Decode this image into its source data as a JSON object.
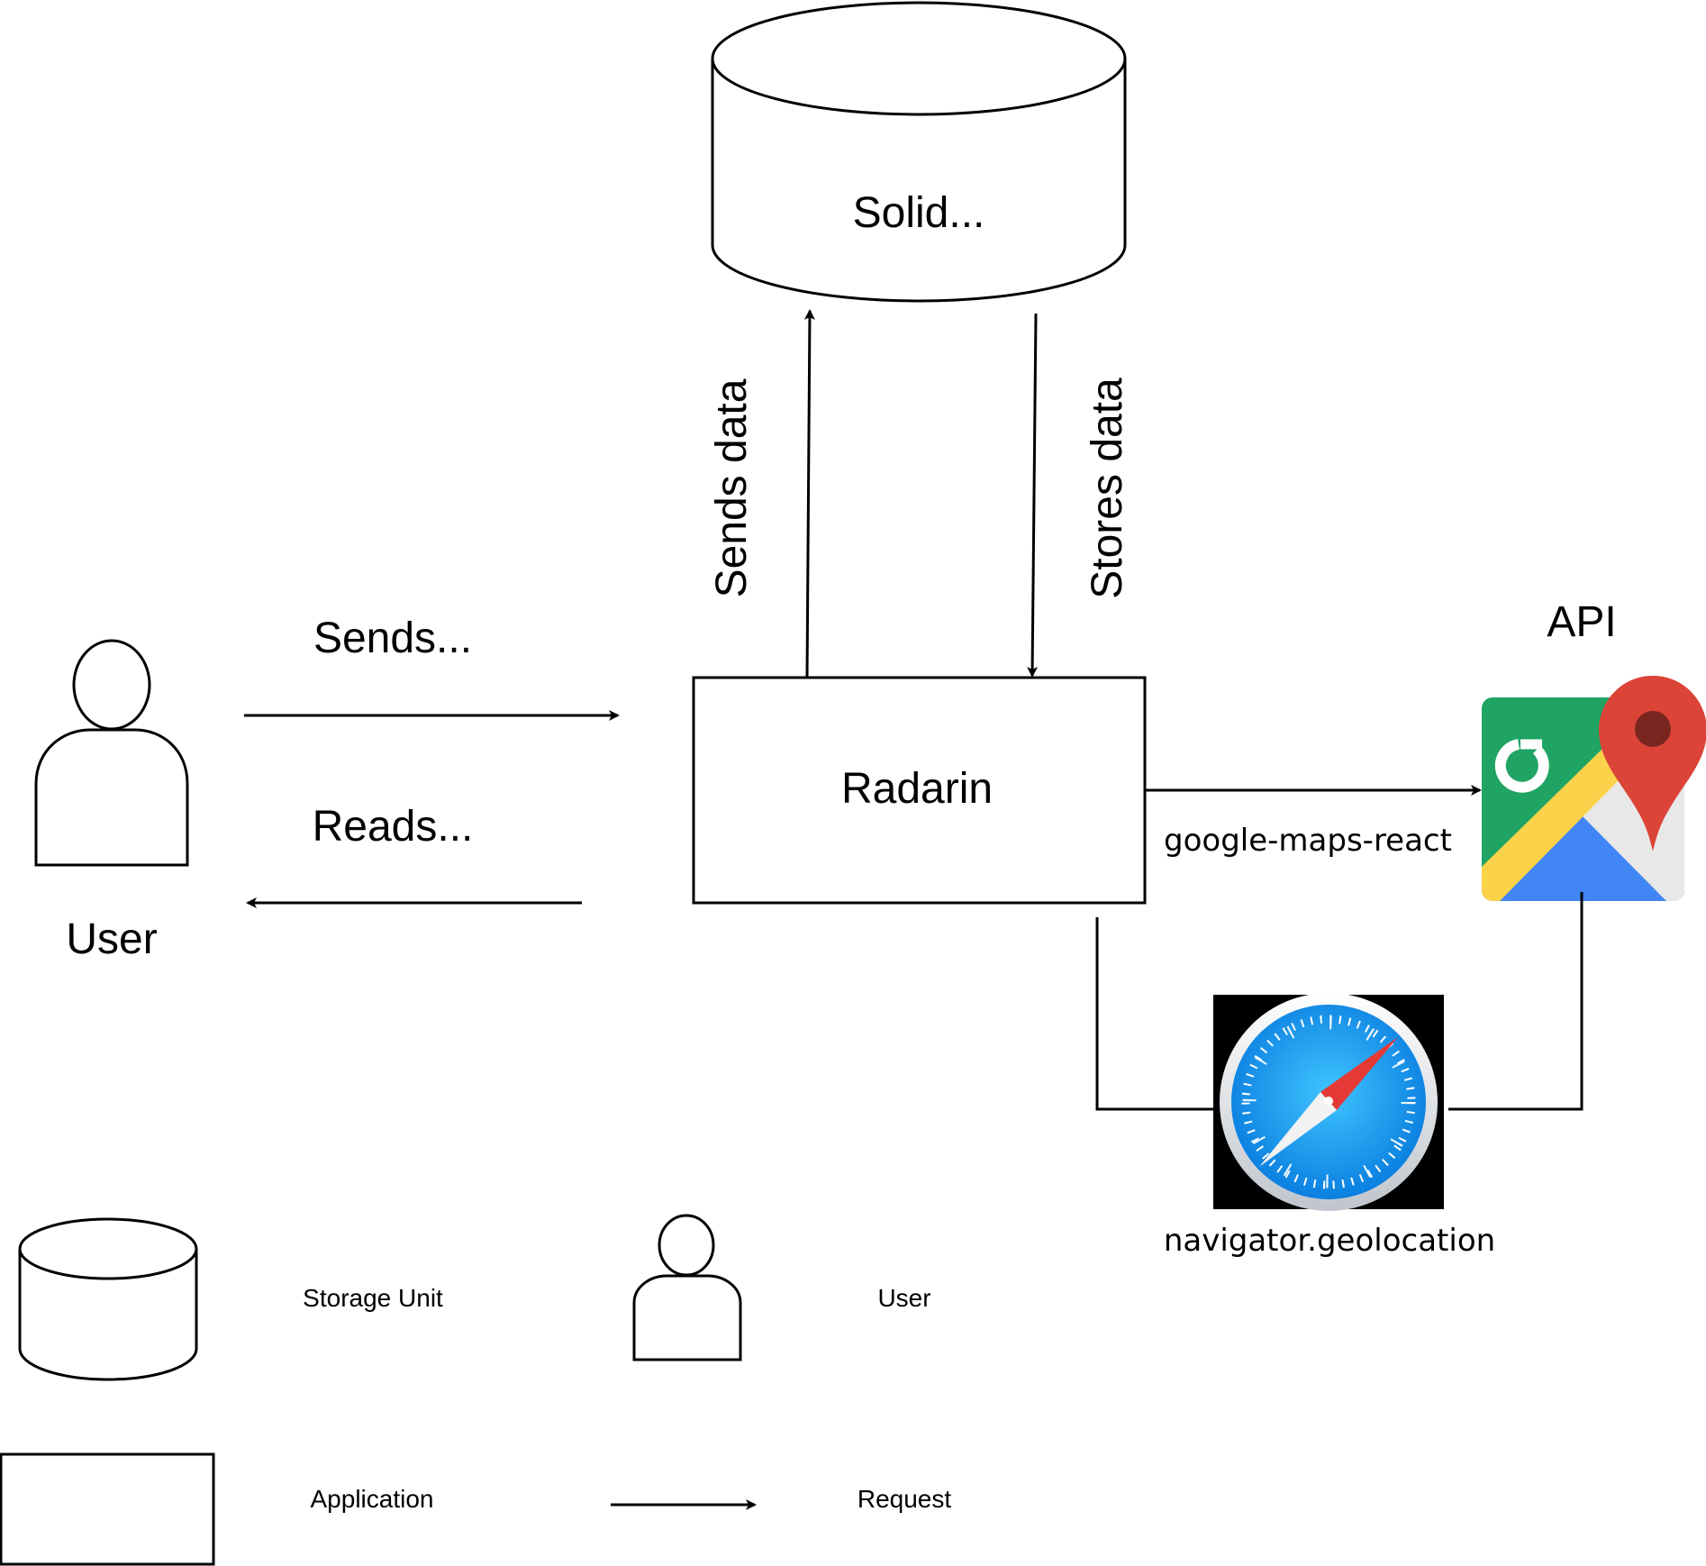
{
  "nodes": {
    "storage": {
      "label": "Solid..."
    },
    "app": {
      "label": "Radarin"
    },
    "user": {
      "label": "User"
    },
    "api": {
      "label": "API",
      "icon": "google-maps-icon"
    },
    "browser": {
      "label": "navigator.geolocation",
      "icon": "safari-compass-icon"
    }
  },
  "edges": {
    "user_to_app": {
      "label": "Sends..."
    },
    "app_to_user": {
      "label": "Reads..."
    },
    "app_to_storage": {
      "label": "Sends data"
    },
    "storage_to_app": {
      "label": "Stores data"
    },
    "app_to_api": {
      "label": "google-maps-react"
    }
  },
  "legend": {
    "storage": "Storage Unit",
    "user": "User",
    "application": "Application",
    "request": "Request"
  },
  "colors": {
    "maps_green": "#1fa463",
    "maps_blue": "#4285f4",
    "maps_yellow": "#fbd34a",
    "maps_red": "#db4437",
    "maps_grey": "#e8e8e8",
    "safari_blue": "#1ea0f0"
  }
}
